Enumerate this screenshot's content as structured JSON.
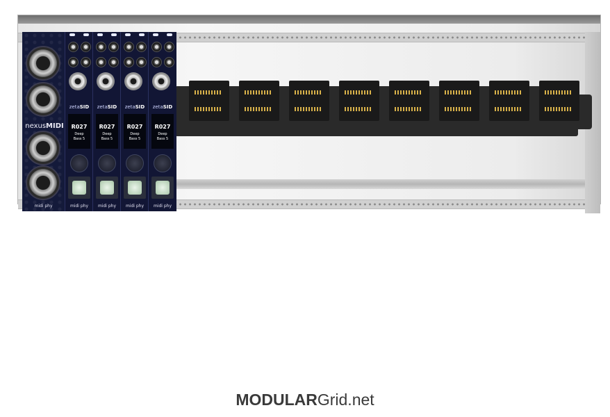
{
  "modules": {
    "nexus": {
      "brand_light": "nexus",
      "brand_bold": "MIDI",
      "footer": "midi phy"
    },
    "zeta": [
      {
        "brand_light": "zeta",
        "brand_bold": "SID",
        "display_title": "R027",
        "display_name1": "Deep",
        "display_name2": "Bass 5",
        "footer": "midi phy"
      },
      {
        "brand_light": "zeta",
        "brand_bold": "SID",
        "display_title": "R027",
        "display_name1": "Deep",
        "display_name2": "Bass 5",
        "footer": "midi phy"
      },
      {
        "brand_light": "zeta",
        "brand_bold": "SID",
        "display_title": "R027",
        "display_name1": "Deep",
        "display_name2": "Bass 5",
        "footer": "midi phy"
      },
      {
        "brand_light": "zeta",
        "brand_bold": "SID",
        "display_title": "R027",
        "display_name1": "Deep",
        "display_name2": "Bass 5",
        "footer": "midi phy"
      }
    ]
  },
  "footer_brand": {
    "bold": "MODULAR",
    "light": "Grid.net"
  },
  "colors": {
    "panel": "#141a3a",
    "bus_board": "#2a2a2a",
    "pins": "#d9b24a"
  }
}
